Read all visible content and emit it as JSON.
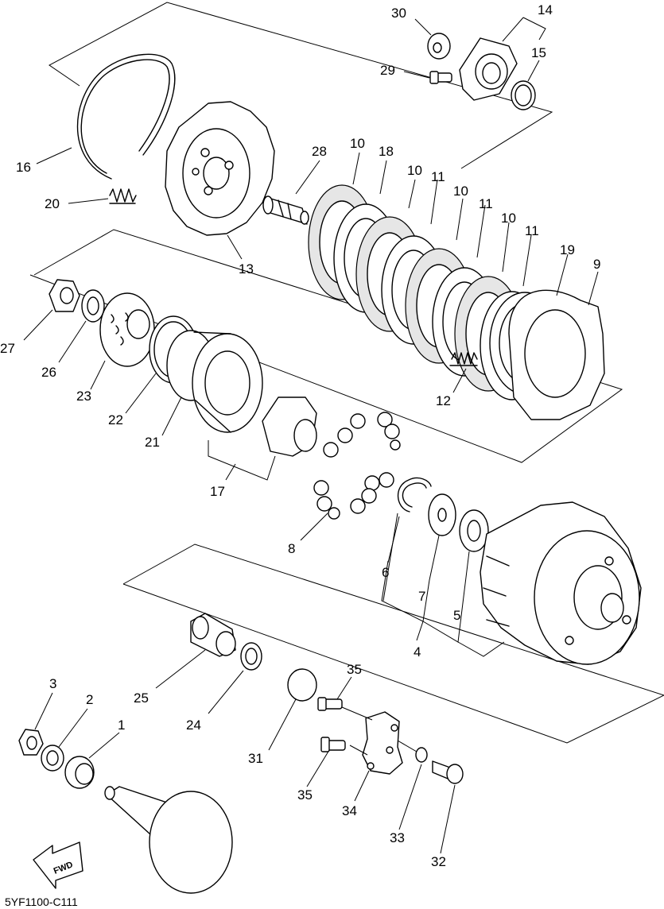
{
  "diagram": {
    "footer_code": "5YF1100-C111",
    "fwd_label": "FWD",
    "callouts": [
      "1",
      "2",
      "3",
      "4",
      "5",
      "6",
      "7",
      "8",
      "9",
      "10",
      "11",
      "12",
      "13",
      "14",
      "15",
      "16",
      "17",
      "18",
      "19",
      "20",
      "21",
      "22",
      "23",
      "24",
      "25",
      "26",
      "27",
      "28",
      "29",
      "30",
      "31",
      "32",
      "33",
      "34",
      "35"
    ]
  }
}
